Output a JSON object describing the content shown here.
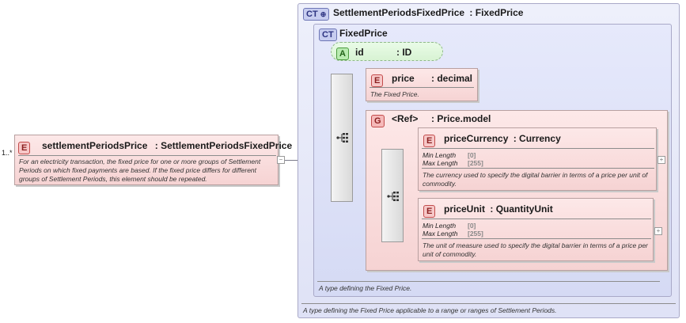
{
  "root_element": {
    "badge": "E",
    "name": "settlementPeriodsPrice",
    "type": ": SettlementPeriodsFixedPrice",
    "cardinality": "1..*",
    "description": "For an electricity transaction, the fixed price for one or more groups of Settlement Periods on which fixed payments are based. If the fixed price differs for different groups of Settlement Periods, this element should be repeated."
  },
  "outer_type": {
    "badge": "CT",
    "name": "SettlementPeriodsFixedPrice",
    "base": ": FixedPrice",
    "description": "A type defining the Fixed Price applicable to a range or ranges of Settlement Periods."
  },
  "inner_type": {
    "badge": "CT",
    "name": "FixedPrice",
    "description": "A type defining the Fixed Price."
  },
  "attribute": {
    "badge": "A",
    "name": "id",
    "type": ": ID"
  },
  "price": {
    "badge": "E",
    "name": "price",
    "type": ": decimal",
    "description": "The Fixed Price."
  },
  "group": {
    "badge": "G",
    "name": "<Ref>",
    "type": ": Price.model"
  },
  "price_currency": {
    "badge": "E",
    "name": "priceCurrency",
    "type": ": Currency",
    "min_length_label": "Min Length",
    "min_length_value": "[0]",
    "max_length_label": "Max Length",
    "max_length_value": "[255]",
    "description": "The currency used to specify the digital barrier in terms of a price per unit of commodity."
  },
  "price_unit": {
    "badge": "E",
    "name": "priceUnit",
    "type": ": QuantityUnit",
    "min_length_label": "Min Length",
    "min_length_value": "[0]",
    "max_length_label": "Max Length",
    "max_length_value": "[255]",
    "description": "The unit of measure used to specify the digital barrier in terms of a price per unit of commodity."
  },
  "symbols": {
    "expand": "+",
    "collapse": "−",
    "sequence_icon": "sequence-icon"
  }
}
